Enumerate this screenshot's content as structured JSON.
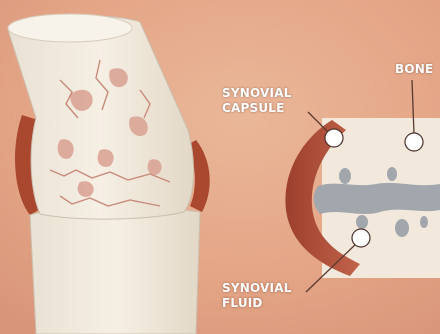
{
  "labels": {
    "synovial_capsule": [
      "SYNOVIAL",
      "CAPSULE"
    ],
    "bone": "BONE",
    "synovial_fluid": [
      "SYNOVIAL",
      "FLUID"
    ]
  },
  "colors": {
    "background": "#e6a889",
    "capsule": "#b3503a",
    "cartilage": "#f1e8da",
    "fluid": "#9aa1a9",
    "label_text": "#ffffff",
    "pointer": "#5a3a30"
  }
}
